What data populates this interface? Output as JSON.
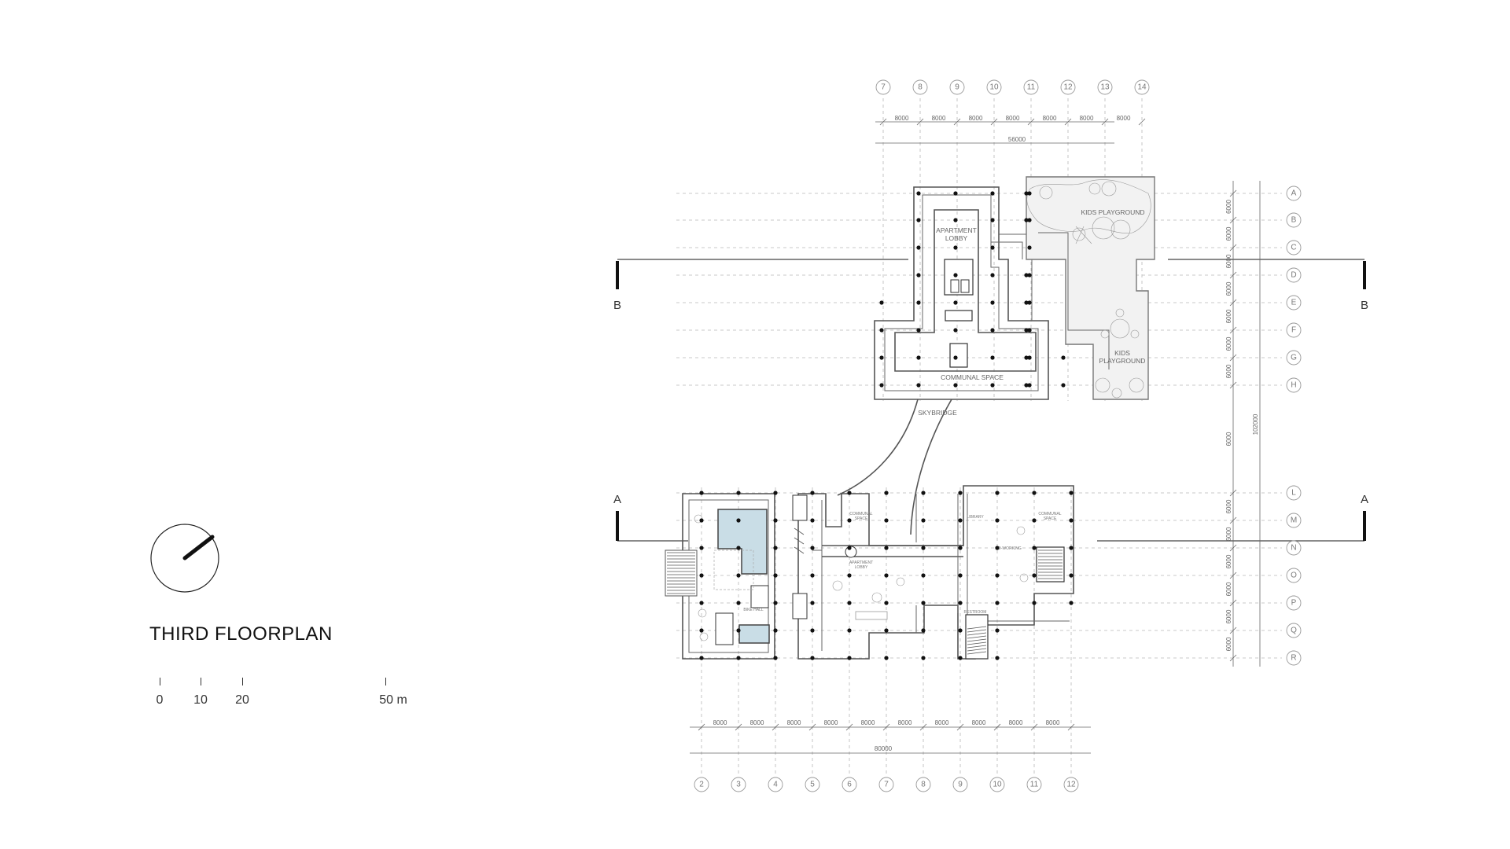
{
  "plan": {
    "title": "THIRD FLOORPLAN",
    "north_arrow_icon": "north-arrow-icon",
    "scale_bar": {
      "labels": [
        "0",
        "10",
        "20",
        "50 m"
      ]
    },
    "top_grid": {
      "axes": [
        "7",
        "8",
        "9",
        "10",
        "11",
        "12",
        "13",
        "14"
      ],
      "spans": [
        "8000",
        "8000",
        "8000",
        "8000",
        "8000",
        "8000",
        "8000"
      ],
      "total": "56000"
    },
    "bottom_grid": {
      "axes": [
        "2",
        "3",
        "4",
        "5",
        "6",
        "7",
        "8",
        "9",
        "10",
        "11",
        "12"
      ],
      "spans": [
        "8000",
        "8000",
        "8000",
        "8000",
        "8000",
        "8000",
        "8000",
        "8000",
        "8000",
        "8000"
      ],
      "total": "80000"
    },
    "right_grid": {
      "axes": [
        "A",
        "B",
        "C",
        "D",
        "E",
        "F",
        "G",
        "H",
        "L",
        "M",
        "N",
        "O",
        "P",
        "Q",
        "R"
      ],
      "spans": [
        "6000",
        "6000",
        "6000",
        "6000",
        "6000",
        "6000",
        "6000",
        "6000",
        "6000",
        "6000",
        "6000",
        "6000",
        "6000",
        "6000"
      ],
      "total": "102000"
    },
    "sections": {
      "b_left": "B",
      "b_right": "B",
      "a_left": "A",
      "a_right": "A"
    },
    "rooms": {
      "apartment_lobby": "APARTMENT\nLOBBY",
      "kids_playground_1": "KIDS PLAYGROUND",
      "kids_playground_2": "KIDS\nPLAYGROUND",
      "communal_space": "COMMUNAL SPACE",
      "skybridge": "SKYBRIDGE",
      "communal_small_1": "COMMUNAL\nSPACE",
      "apartment_lobby_small": "APARTMENT\nLOBBY",
      "library": "LIBRARY",
      "co_working": "CO-WORKING",
      "communal_small_2": "COMMUNAL\nSPACE",
      "bike_hall": "BIKE HALL",
      "restroom": "RESTROOM"
    }
  }
}
